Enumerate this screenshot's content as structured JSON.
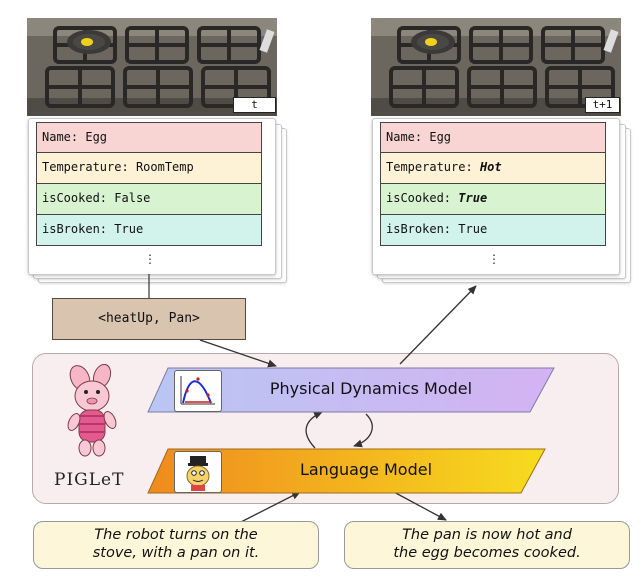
{
  "left_state": {
    "time_label": "t",
    "rows": [
      {
        "key": "Name:",
        "value": "Egg"
      },
      {
        "key": "Temperature:",
        "value": "RoomTemp"
      },
      {
        "key": "isCooked:",
        "value": "False"
      },
      {
        "key": "isBroken:",
        "value": "True"
      }
    ],
    "more": "⋮"
  },
  "right_state": {
    "time_label": "t+1",
    "rows": [
      {
        "key": "Name:",
        "value": "Egg"
      },
      {
        "key": "Temperature:",
        "value": "Hot"
      },
      {
        "key": "isCooked:",
        "value": "True"
      },
      {
        "key": "isBroken:",
        "value": "True"
      }
    ],
    "more": "⋮"
  },
  "action": "<heatUp, Pan>",
  "physical_model_label": "Physical Dynamics Model",
  "language_model_label": "Language Model",
  "logo_text": "PIGLeT",
  "input_sentence": {
    "line1": "The robot turns on the",
    "line2": "stove, with a pan on it."
  },
  "output_sentence": {
    "line1": "The pan is now hot and",
    "line2": "the egg becomes cooked."
  },
  "colors": {
    "physical_model_fill": "#c6bdf5",
    "language_model_fill": "#f2a11f",
    "panel_fill": "#f9eeef",
    "action_fill": "#d9c4b0",
    "name_row": "#f8d5d3",
    "temp_row": "#fdf1d6",
    "cook_row": "#d8f3cf",
    "broken_row": "#d2f2ec",
    "sentence_fill": "#fdf6d8"
  },
  "icons": [
    "stove-image",
    "curve-plot-icon",
    "llama-mascot-icon",
    "piglet-mascot-icon"
  ]
}
